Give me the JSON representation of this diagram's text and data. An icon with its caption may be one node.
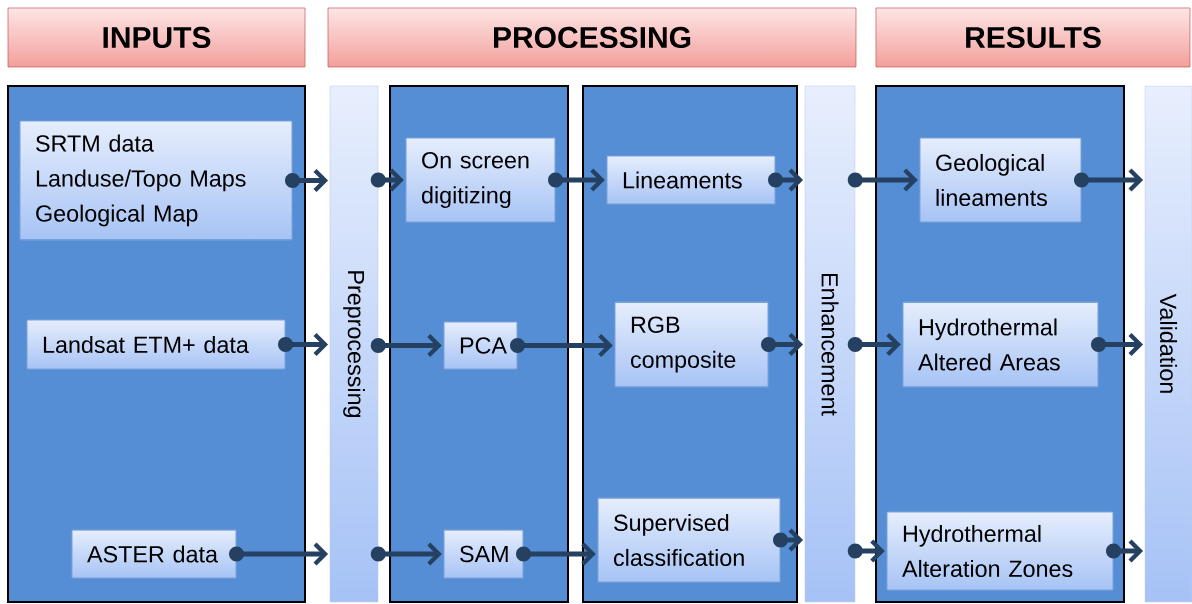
{
  "diagram": {
    "nodes": [
      {
        "text": [
          "INPUTS"
        ]
      },
      {
        "text": [
          "PROCESSING"
        ]
      },
      {
        "text": [
          "RESULTS"
        ]
      },
      {
        "text": [],
        "shape": "box"
      },
      {
        "text": [
          "SRTM data",
          "Landuse/Topo Maps",
          "Geological Map"
        ],
        "in": 3
      },
      {
        "text": [
          "Landsat ETM+ data"
        ],
        "in": 3
      },
      {
        "text": [
          "ASTER data"
        ],
        "in": 3
      },
      {
        "text": [
          "Preprocessing"
        ]
      },
      {
        "text": [],
        "shape": "box"
      },
      {
        "text": [
          "On screen digitizing"
        ],
        "in": 8
      },
      {
        "text": [
          "PCA"
        ],
        "in": 8
      },
      {
        "text": [
          "SAM"
        ],
        "in": 8
      },
      {
        "text": [],
        "shape": "box"
      },
      {
        "text": [
          "Lineaments"
        ],
        "in": 12
      },
      {
        "text": [
          "RGB composite"
        ],
        "in": 12
      },
      {
        "text": [
          "Supervised classification"
        ],
        "in": 12
      },
      {
        "text": [
          "Enhancement"
        ]
      },
      {
        "text": [],
        "shape": "box"
      },
      {
        "text": [
          "Geological lineaments"
        ],
        "in": 17
      },
      {
        "text": [
          "Hydrothermal Altered Areas"
        ],
        "in": 17
      },
      {
        "text": [
          "Hydrothermal Alteration Zones"
        ],
        "in": 17
      },
      {
        "text": [
          "Validation"
        ]
      }
    ],
    "edges": [
      {
        "from": 4,
        "to": 7,
        "arrow": "to"
      },
      {
        "from": 5,
        "to": 7,
        "arrow": "to"
      },
      {
        "from": 6,
        "to": 7,
        "arrow": "to"
      },
      {
        "from": 7,
        "to": 9,
        "arrow": "to"
      },
      {
        "from": 7,
        "to": 10,
        "arrow": "to"
      },
      {
        "from": 7,
        "to": 11,
        "arrow": "to"
      },
      {
        "from": 9,
        "to": 13,
        "arrow": "to"
      },
      {
        "from": 10,
        "to": 14,
        "arrow": "to"
      },
      {
        "from": 11,
        "to": 15,
        "arrow": "to"
      },
      {
        "from": 13,
        "to": 16,
        "arrow": "to"
      },
      {
        "from": 14,
        "to": 16,
        "arrow": "to"
      },
      {
        "from": 15,
        "to": 16,
        "arrow": "to"
      },
      {
        "from": 16,
        "to": 18,
        "arrow": "to"
      },
      {
        "from": 16,
        "to": 19,
        "arrow": "to"
      },
      {
        "from": 16,
        "to": 20,
        "arrow": "to"
      },
      {
        "from": 18,
        "to": 21,
        "arrow": "to"
      },
      {
        "from": 19,
        "to": 21,
        "arrow": "to"
      },
      {
        "from": 20,
        "to": 21,
        "arrow": "to"
      }
    ]
  }
}
